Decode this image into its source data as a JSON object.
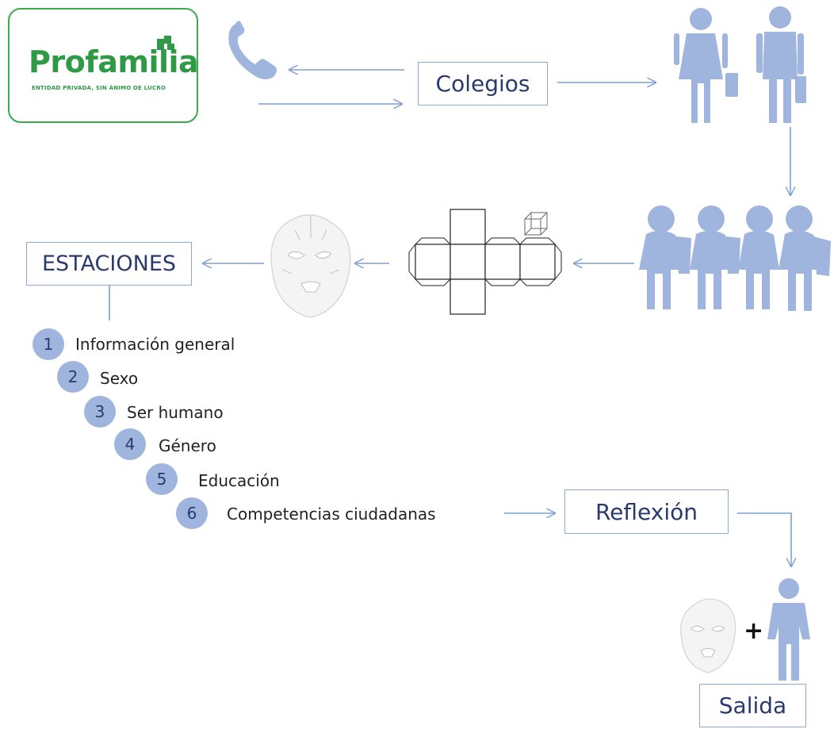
{
  "logo": {
    "name": "Profamilia",
    "tagline": "ENTIDAD PRIVADA, SIN ÁNIMO DE LUCRO",
    "brand_color": "#2f9a45"
  },
  "boxes": {
    "colegios": "Colegios",
    "estaciones": "ESTACIONES",
    "reflexion": "Reflexión",
    "salida": "Salida"
  },
  "stations": [
    {
      "number": "1",
      "label": "Información general"
    },
    {
      "number": "2",
      "label": "Sexo"
    },
    {
      "number": "3",
      "label": "Ser humano"
    },
    {
      "number": "4",
      "label": "Género"
    },
    {
      "number": "5",
      "label": "Educación"
    },
    {
      "number": "6",
      "label": "Competencias ciudadanas"
    }
  ],
  "plus_sign": "+",
  "icons": [
    "phone-icon",
    "businesswoman-icon",
    "businessman-icon",
    "students-group-icon",
    "cube-net-icon",
    "small-cube-icon",
    "mask-icon",
    "person-icon"
  ],
  "colors": {
    "accent": "#9fb5de",
    "arrow": "#7f9fd3",
    "box_text": "#2b3a6d",
    "box_border": "#8fa9d6"
  }
}
